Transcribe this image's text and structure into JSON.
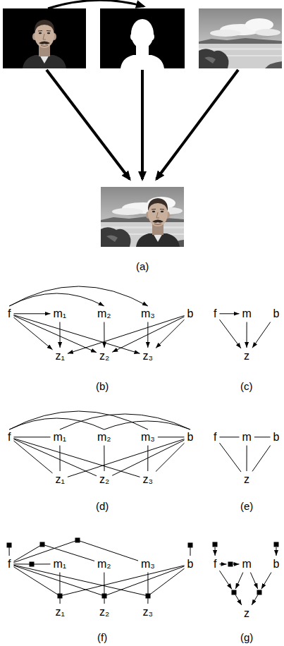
{
  "diagram": {
    "nodes": [
      {
        "text": [
          "f"
        ]
      },
      {
        "text": [
          "m₁"
        ]
      },
      {
        "text": [
          "m₂"
        ]
      },
      {
        "text": [
          "m₃"
        ]
      },
      {
        "text": [
          "b"
        ]
      },
      {
        "text": [
          "z₁"
        ]
      },
      {
        "text": [
          "z₂"
        ]
      },
      {
        "text": [
          "z₃"
        ]
      },
      {
        "text": [
          "f"
        ]
      },
      {
        "text": [
          "m"
        ]
      },
      {
        "text": [
          "b"
        ]
      },
      {
        "text": [
          "z"
        ]
      },
      {
        "text": [
          "f"
        ]
      },
      {
        "text": [
          "m₁"
        ]
      },
      {
        "text": [
          "m₂"
        ]
      },
      {
        "text": [
          "m₃"
        ]
      },
      {
        "text": [
          "b"
        ]
      },
      {
        "text": [
          "z₁"
        ]
      },
      {
        "text": [
          "z₂"
        ]
      },
      {
        "text": [
          "z₃"
        ]
      },
      {
        "text": [
          "f"
        ]
      },
      {
        "text": [
          "m"
        ]
      },
      {
        "text": [
          "b"
        ]
      },
      {
        "text": [
          "z"
        ]
      },
      {
        "text": [
          "f"
        ]
      },
      {
        "text": [
          "m₁"
        ]
      },
      {
        "text": [
          "m₂"
        ]
      },
      {
        "text": [
          "m₃"
        ]
      },
      {
        "text": [
          "b"
        ]
      },
      {
        "text": [
          "z₁"
        ]
      },
      {
        "text": [
          "z₂"
        ]
      },
      {
        "text": [
          "z₃"
        ]
      },
      {
        "text": [
          "f"
        ]
      },
      {
        "text": [
          "m"
        ]
      },
      {
        "text": [
          "b"
        ]
      },
      {
        "text": [
          "z"
        ]
      }
    ],
    "edges": [
      {
        "from": 0,
        "to": 1,
        "arrow": "to"
      },
      {
        "from": 0,
        "to": 2,
        "arrow": "to"
      },
      {
        "from": 0,
        "to": 3,
        "arrow": "to"
      },
      {
        "from": 0,
        "to": 5,
        "arrow": "to"
      },
      {
        "from": 0,
        "to": 6,
        "arrow": "to"
      },
      {
        "from": 0,
        "to": 7,
        "arrow": "to"
      },
      {
        "from": 1,
        "to": 5,
        "arrow": "to"
      },
      {
        "from": 2,
        "to": 6,
        "arrow": "to"
      },
      {
        "from": 3,
        "to": 7,
        "arrow": "to"
      },
      {
        "from": 4,
        "to": 5,
        "arrow": "to"
      },
      {
        "from": 4,
        "to": 6,
        "arrow": "to"
      },
      {
        "from": 4,
        "to": 7,
        "arrow": "to"
      },
      {
        "from": 8,
        "to": 9,
        "arrow": "to"
      },
      {
        "from": 8,
        "to": 11,
        "arrow": "to"
      },
      {
        "from": 9,
        "to": 11,
        "arrow": "to"
      },
      {
        "from": 10,
        "to": 11,
        "arrow": "to"
      },
      {
        "from": 12,
        "to": 13,
        "arrow": "none"
      },
      {
        "from": 12,
        "to": 14,
        "arrow": "none"
      },
      {
        "from": 12,
        "to": 15,
        "arrow": "none"
      },
      {
        "from": 13,
        "to": 16,
        "arrow": "none"
      },
      {
        "from": 14,
        "to": 16,
        "arrow": "none"
      },
      {
        "from": 15,
        "to": 16,
        "arrow": "none"
      },
      {
        "from": 12,
        "to": 17,
        "arrow": "none"
      },
      {
        "from": 12,
        "to": 18,
        "arrow": "none"
      },
      {
        "from": 12,
        "to": 19,
        "arrow": "none"
      },
      {
        "from": 13,
        "to": 17,
        "arrow": "none"
      },
      {
        "from": 14,
        "to": 18,
        "arrow": "none"
      },
      {
        "from": 15,
        "to": 19,
        "arrow": "none"
      },
      {
        "from": 16,
        "to": 17,
        "arrow": "none"
      },
      {
        "from": 16,
        "to": 18,
        "arrow": "none"
      },
      {
        "from": 16,
        "to": 19,
        "arrow": "none"
      },
      {
        "from": 20,
        "to": 21,
        "arrow": "none"
      },
      {
        "from": 21,
        "to": 22,
        "arrow": "none"
      },
      {
        "from": 20,
        "to": 23,
        "arrow": "none"
      },
      {
        "from": 21,
        "to": 23,
        "arrow": "none"
      },
      {
        "from": 22,
        "to": 23,
        "arrow": "none"
      }
    ],
    "labels": [
      "(a)",
      "(b)",
      "(c)",
      "(d)",
      "(e)",
      "(f)",
      "(g)"
    ]
  }
}
